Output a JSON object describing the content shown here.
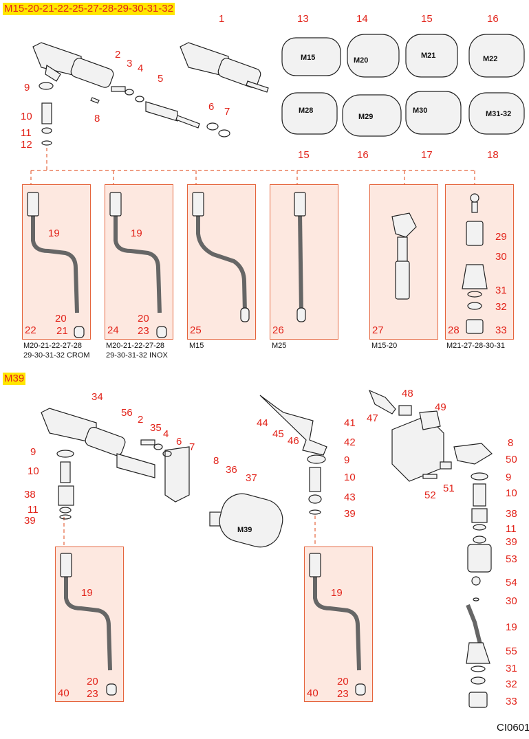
{
  "sections": {
    "top_title": "M15-20-21-22-25-27-28-29-30-31-32",
    "bottom_title": "M39"
  },
  "knob_labels": [
    "M15",
    "M20",
    "M21",
    "M22",
    "M28",
    "M29",
    "M30",
    "M31-32",
    "M39"
  ],
  "boxes": [
    {
      "number": "22",
      "caption1": "M20-21-22-27-28",
      "caption2": "29-30-31-32 CROM"
    },
    {
      "number": "24",
      "caption1": "M20-21-22-27-28",
      "caption2": "29-30-31-32 INOX"
    },
    {
      "number": "25",
      "caption1": "M15",
      "caption2": ""
    },
    {
      "number": "26",
      "caption1": "M25",
      "caption2": ""
    },
    {
      "number": "27",
      "caption1": "M15-20",
      "caption2": ""
    },
    {
      "number": "28",
      "caption1": "M21-27-28-30-31",
      "caption2": ""
    },
    {
      "number": "40",
      "caption1": "",
      "caption2": ""
    },
    {
      "number": "40",
      "caption1": "",
      "caption2": ""
    }
  ],
  "callouts": [
    "1",
    "2",
    "3",
    "4",
    "5",
    "6",
    "7",
    "8",
    "9",
    "10",
    "11",
    "12",
    "13",
    "14",
    "15",
    "16",
    "15",
    "16",
    "17",
    "18",
    "19",
    "20",
    "21",
    "19",
    "20",
    "23",
    "29",
    "30",
    "31",
    "32",
    "33",
    "34",
    "56",
    "2",
    "35",
    "4",
    "6",
    "7",
    "8",
    "36",
    "37",
    "9",
    "10",
    "38",
    "11",
    "39",
    "19",
    "20",
    "23",
    "44",
    "45",
    "46",
    "41",
    "42",
    "9",
    "10",
    "43",
    "39",
    "19",
    "20",
    "23",
    "47",
    "48",
    "49",
    "8",
    "50",
    "52",
    "51",
    "9",
    "10",
    "38",
    "11",
    "39",
    "53",
    "54",
    "30",
    "19",
    "55",
    "31",
    "32",
    "33"
  ],
  "footer_code": "CI0601",
  "colors": {
    "callout": "#e2231a",
    "box_fill": "#fde8e0",
    "box_border": "#e5643c",
    "title_bg": "#ffe600"
  }
}
